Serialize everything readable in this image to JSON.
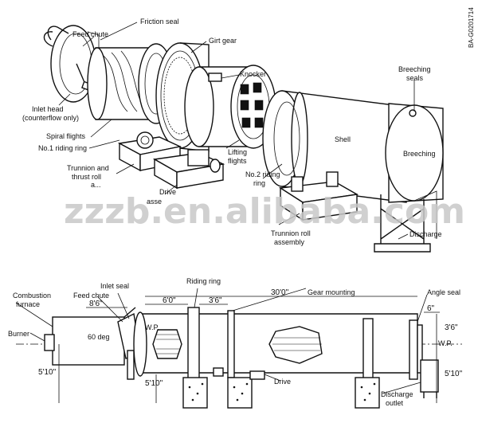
{
  "drawing_id": "BA-G0201714",
  "watermark": "zzzb.en.alibaba.com",
  "top_view": {
    "labels": {
      "friction_seal": "Friction seal",
      "feed_chute": "Feed chute",
      "girt_gear": "Girt gear",
      "knocker": "Knocker",
      "breeching_seals_1": "Breeching",
      "breeching_seals_2": "seals",
      "inlet_head_1": "Inlet head",
      "inlet_head_2": "(counterflow only)",
      "spiral_flights": "Spiral flights",
      "riding_ring_1": "No.1 riding ring",
      "trunnion_thrust_1": "Trunnion and",
      "trunnion_thrust_2": "thrust roll",
      "trunnion_thrust_3": "a...",
      "drive_assembly_1": "Drive",
      "drive_assembly_2": "asse",
      "lifting_flights_1": "Lifting",
      "lifting_flights_2": "flights",
      "shell": "Shell",
      "breeching": "Breeching",
      "riding_ring_2a": "No.2 riding",
      "riding_ring_2b": "ring",
      "trunnion_roll_1": "Trunnion roll",
      "trunnion_roll_2": "assembly",
      "discharge": "Discharge"
    }
  },
  "side_view": {
    "labels": {
      "combustion_furnace_1": "Combustion",
      "combustion_furnace_2": "furnace",
      "feed_chute": "Feed chute",
      "inlet_seal": "Inlet seal",
      "riding_ring": "Riding ring",
      "gear_mounting": "Gear mounting",
      "angle_seal": "Angle seal",
      "burner": "Burner",
      "angle": "60 deg",
      "wp_left": "W.P.",
      "wp_right": "W.P.",
      "drive": "Drive",
      "discharge_outlet_1": "Discharge",
      "discharge_outlet_2": "outlet"
    },
    "dimensions": {
      "d_8_6": "8'6\"",
      "d_6_0": "6'0\"",
      "d_3_6_top": "3'6\"",
      "d_30_0": "30'0\"",
      "d_6_right": "6\"",
      "d_3_6_right": "3'6\"",
      "d_5_10_left": "5'10\"",
      "d_5_10_mid": "5'10\"",
      "d_5_10_right": "5'10\""
    }
  }
}
